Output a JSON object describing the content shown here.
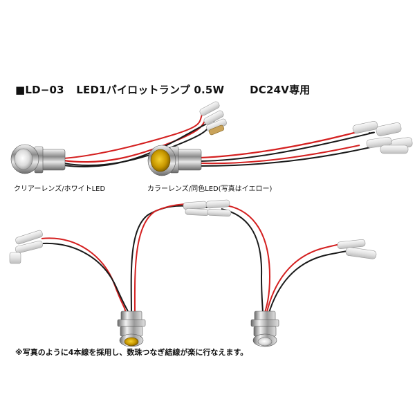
{
  "title": {
    "model": "■LD−03",
    "name": "LED1パイロットランプ 0.5W",
    "voltage": "DC24V専用"
  },
  "captions": {
    "clear": "クリアーレンズ/ホワイトLED",
    "color": "カラーレンズ/同色LED(写真はイエロー)"
  },
  "note": "※写真のように4本線を採用し、数珠つなぎ結線が楽に行なえます。",
  "colors": {
    "red_wire": "#d42020",
    "black_wire": "#1a1a1a",
    "chrome": "#c8c8c8",
    "yellow_lens": "#d8a800"
  }
}
